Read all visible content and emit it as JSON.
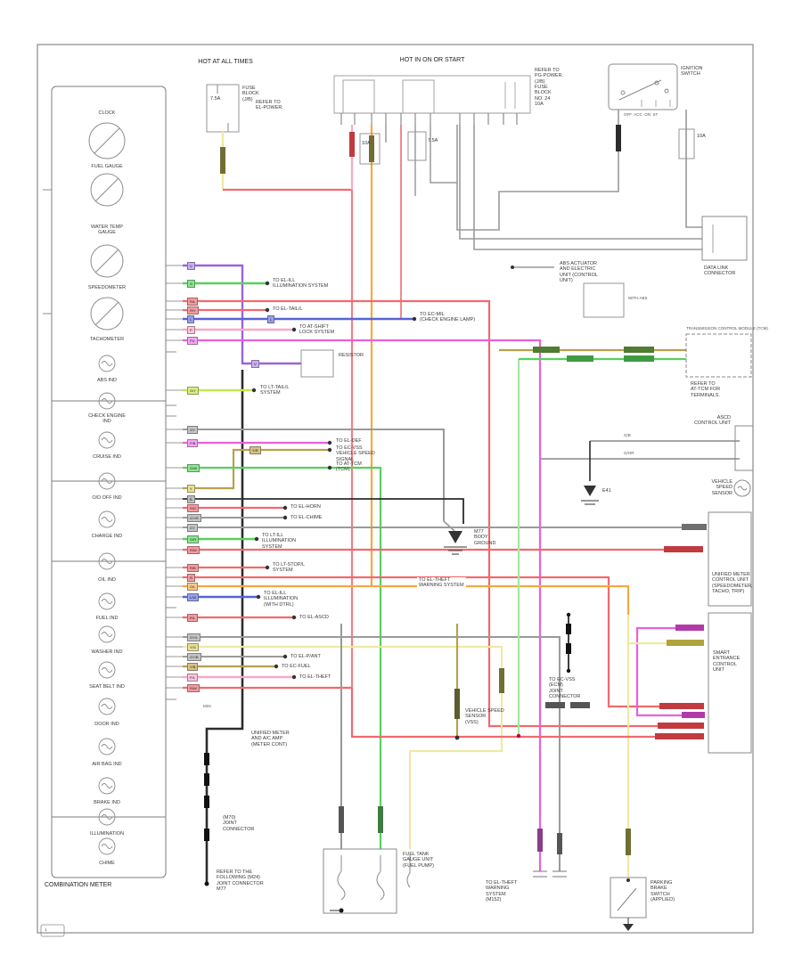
{
  "page": {
    "tab": "1",
    "bg": "#ffffff"
  },
  "palette": {
    "red": "#ef6a6e",
    "red_dark": "#c03a40",
    "pink": "#f6a8c8",
    "magenta": "#ea5fdf",
    "magenta_pale": "#f3a8ee",
    "orange": "#f5a93f",
    "yellow": "#efe9a2",
    "khaki": "#b8a04e",
    "olive": "#6f6f35",
    "lime": "#c6e84e",
    "green": "#58d05c",
    "blue": "#5763d8",
    "violet": "#9b63d8",
    "gray": "#9a9a9a",
    "black": "#2c2c2c"
  },
  "headers": {
    "hot_left": "HOT AT ALL TIMES",
    "hot_center": "HOT IN ON OR START",
    "note_left": "REFER TO\nEL-POWER.",
    "note_center": "REFER TO\nPG-POWER.\n(J/B)\nFUSE\nBLOCK\nNO. 24\n10A",
    "jb_left": "FUSE\nBLOCK\n(J/B)",
    "fuse_left": "7.5A",
    "fuse_c1": "10A",
    "fuse_c2": "7.5A",
    "fuse_ign": "10A",
    "ign_label": "IGNITION\nSWITCH",
    "ign_pins": "OFF  ACC  ON  ST"
  },
  "cluster": {
    "title": "COMBINATION METER",
    "gauge1": "CLOCK",
    "gauge2": "FUEL GAUGE",
    "gauge3": "WATER TEMP\nGAUGE",
    "gauge4": "SPEEDOMETER",
    "tach": "TACHOMETER",
    "ind1": "ABS IND",
    "ind2": "CHECK ENGINE\nIND",
    "ind3": "CRUISE IND",
    "ind4": "O/D OFF IND",
    "ind5": "CHARGE IND",
    "ind6": "OIL IND",
    "ind7": "FUEL IND",
    "ind8": "WASHER IND",
    "ind9": "SEAT BELT IND",
    "ind10": "DOOR IND",
    "ind11": "AIR BAG IND",
    "ind12": "BRAKE IND",
    "ind13": "ILLUMINATION",
    "ind14": "CHIME",
    "conn": "M24"
  },
  "rows": {
    "r298": {
      "code": "V",
      "dest": ""
    },
    "r318": {
      "code": "G",
      "dest": "TO EL-ILL\nILLUMINATION SYSTEM"
    },
    "r338": {
      "code": "R/L",
      "dest": ""
    },
    "r348": {
      "code": "R/Y",
      "dest": "TO EL-TAIL/L"
    },
    "r358": {
      "code": "L",
      "dest": "TO EC-MIL\n(CHECK ENGINE LAMP)"
    },
    "r370": {
      "code": "P",
      "dest": "TO AT-SHIFT\nLOCK SYSTEM"
    },
    "r382": {
      "code": "PU",
      "dest": ""
    },
    "r408": {
      "code": "V",
      "dest": "RESISTOR"
    },
    "r438": {
      "code": "G/Y",
      "dest": "TO LT-TAIL/L\nSYSTEM"
    },
    "r482": {
      "code": "GY",
      "dest": ""
    },
    "r497": {
      "code": "P/B",
      "dest": "TO EL-DEF"
    },
    "r505": {
      "code": "Y/R",
      "dest": "TO EC-VSS\nVEHICLE SPEED\nSIGNAL"
    },
    "r525": {
      "code": "G/W",
      "dest": "TO AT-TCM\n(TCM)"
    },
    "r548": {
      "code": "Y",
      "dest": ""
    },
    "r560": {
      "code": "B",
      "dest": ""
    },
    "r570": {
      "code": "R/G",
      "dest": "TO EL-HORN"
    },
    "r581": {
      "code": "GY/R",
      "dest": "TO EL-CHIME"
    },
    "r592": {
      "code": "GY",
      "dest": ""
    },
    "r605": {
      "code": "G/R",
      "dest": "TO LT-ILL\nILLUMINATION\nSYSTEM"
    },
    "r617": {
      "code": "R/W",
      "dest": ""
    },
    "r637": {
      "code": "R/B",
      "dest": "TO LT-STOP/L\nSYSTEM"
    },
    "r648": {
      "code": "R",
      "dest": ""
    },
    "r658": {
      "code": "O/L",
      "dest": "TO EL-THEFT\nWARNING SYSTEM"
    },
    "r670": {
      "code": "L/W",
      "dest": "TO EL-ILL\nILLUMINATION\n(WITH DTRL)"
    },
    "r693": {
      "code": "R/L",
      "dest": "TO EL-ASCD"
    },
    "r715": {
      "code": "GY/L",
      "dest": ""
    },
    "r726": {
      "code": "Y/G",
      "dest": ""
    },
    "r737": {
      "code": "GY/B",
      "dest": "TO EL-P/ANT"
    },
    "r748": {
      "code": "Y/B",
      "dest": "TO EC-FUEL"
    },
    "r760": {
      "code": "P/L",
      "dest": "TO EL-THEFT"
    },
    "r772": {
      "code": "R/W",
      "dest": ""
    }
  },
  "right": {
    "dlc_label": "DATA LINK\nCONNECTOR",
    "abs_label": "ABS ACTUATOR\nAND ELECTRIC\nUNIT (CONTROL\nUNIT)",
    "abs_note": "WITH ABS",
    "tcm_title": "TRANSMISSION CONTROL MODULE (TCM)",
    "tcm_note": "REFER TO\nAT-TCM FOR\nTERMINALS.",
    "pair_code1": "G/B",
    "pair_code2": "G/OR",
    "cruise_label": "ASCD\nCONTROL UNIT",
    "vss_label": "VEHICLE\nSPEED\nSENSOR",
    "sec_upper": "UNIFIED METER\nCONTROL UNIT\n(SPEEDOMETER,\nTACHO, TRIP)",
    "sec_lower": "SMART\nENTRANCE\nCONTROL\nUNIT",
    "diode_label": "TO EC-VSS\n(ECM)\nJOINT\nCONNECTOR",
    "gnd_right": "E41"
  },
  "bottom": {
    "fuel_label": "FUEL TANK\nGAUGE UNIT\n(FUEL PUMP)",
    "park_label": "PARKING\nBRAKE\nSWITCH\n(APPLIED)",
    "vss_mid": "VEHICLE SPEED\nSENSOR\n(VSS)",
    "theft_conn": "TO EL-THEFT\nWARNING\nSYSTEM\n(M152)",
    "trunk_comp": "UNIFIED METER\nAND A/C AMP\n(METER CONT)",
    "trunk_joint": "(M70)\nJOINT\nCONNECTOR",
    "trunk_gnd": "REFER TO THE\nFOLLOWING (M24)\nJOINT CONNECTOR\nM77",
    "gnd_center": "M77\nBODY\nGROUND"
  },
  "wire_note": "TO EL-THEFT\nWARNING SYSTEM"
}
